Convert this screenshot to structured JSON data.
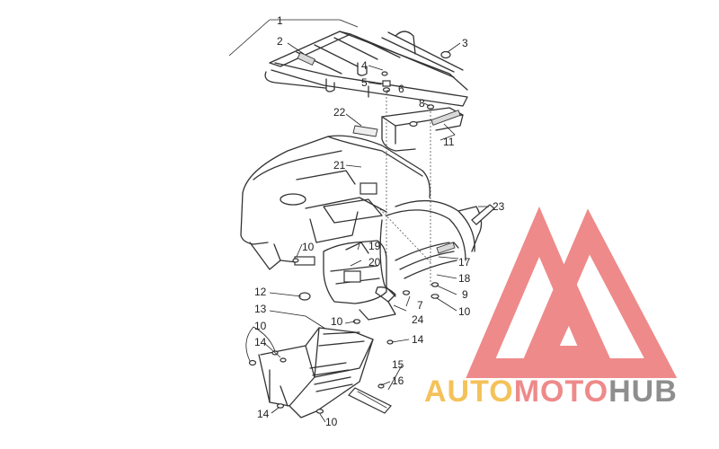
{
  "callouts": {
    "c1": "1",
    "c2": "2",
    "c3": "3",
    "c4": "4",
    "c5": "5",
    "c6": "6",
    "c7": "7",
    "c8": "8",
    "c9": "9",
    "c10a": "10",
    "c10b": "10",
    "c10c": "10",
    "c10d": "10",
    "c10e": "10",
    "c11": "11",
    "c12": "12",
    "c13": "13",
    "c14a": "14",
    "c14b": "14",
    "c14c": "14",
    "c15": "15",
    "c16": "16",
    "c17": "17",
    "c18": "18",
    "c19": "19",
    "c20": "20",
    "c21": "21",
    "c22": "22",
    "c23": "23",
    "c24": "24"
  },
  "watermark": {
    "auto": "AUTO",
    "moto": "MOTO",
    "hub": "HUB",
    "colors": {
      "auto": "#f4c25a",
      "moto": "#ee8a8a",
      "hub": "#8e8e8e"
    }
  }
}
